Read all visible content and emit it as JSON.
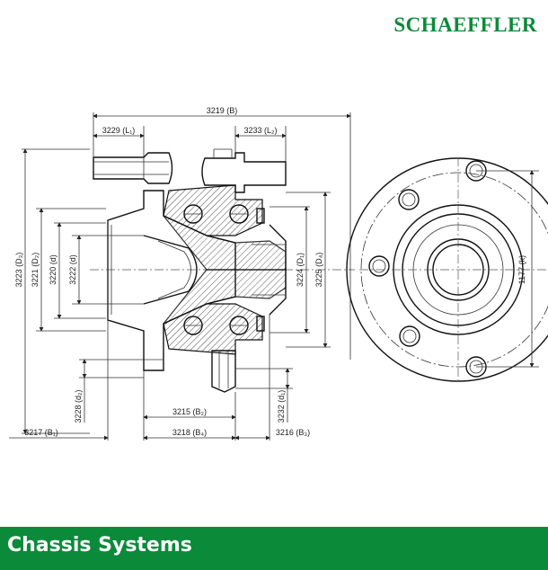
{
  "brand": {
    "name": "SCHAEFFLER",
    "color": "#0b8a3a"
  },
  "footer": {
    "title": "Chassis Systems",
    "background": "#0b8a3a"
  },
  "dimensions": {
    "B": "3219 (B)",
    "L1": "3229 (L₁)",
    "L2": "3233 (L₂)",
    "D3": "3223 (D₃)",
    "D2": "3221 (D₂)",
    "d_left": "3220 (d)",
    "d": "3222 (d)",
    "D1": "3224 (D₁)",
    "D4": "3225 (D₄)",
    "k": "1177 (k)",
    "d2": "3228 (d₂)",
    "d1": "3232 (d₁)",
    "B2": "3215 (B₂)",
    "B1": "3217 (B₁)",
    "B4": "3218 (B₄)",
    "B3": "3216 (B₃)"
  }
}
